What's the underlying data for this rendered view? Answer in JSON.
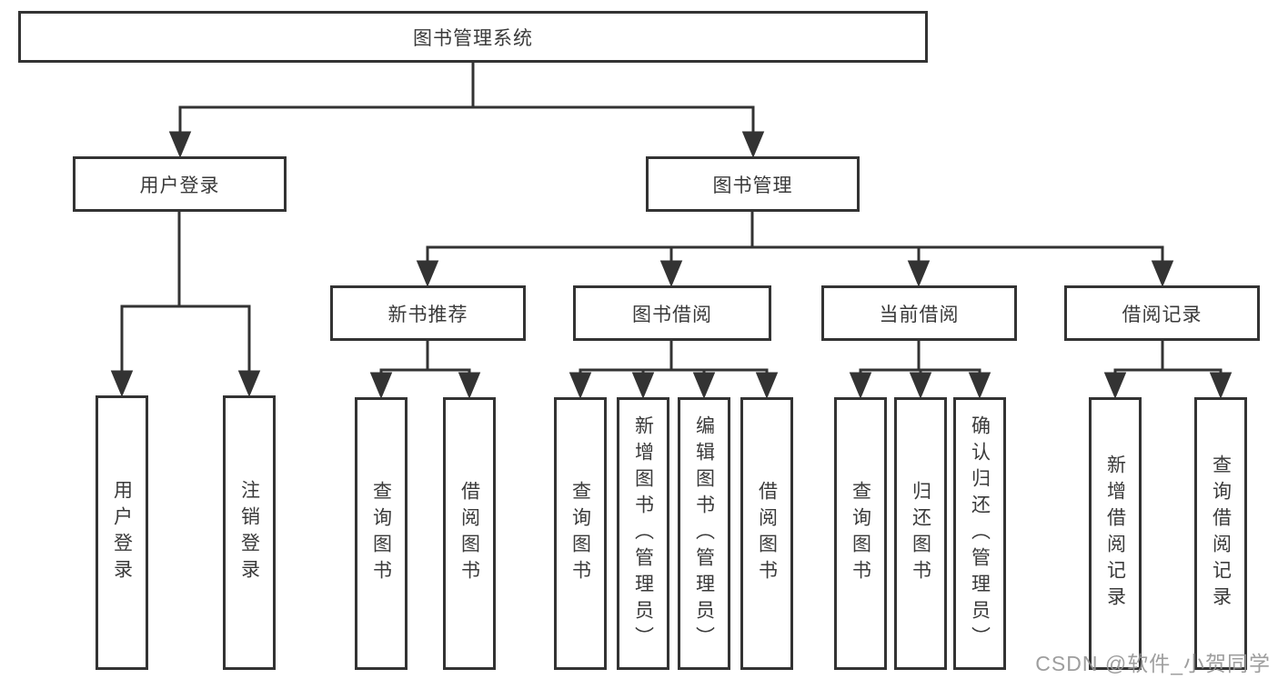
{
  "diagram": {
    "root": {
      "label": "图书管理系统"
    },
    "branches": [
      {
        "label": "用户登录",
        "children": [
          {
            "label": "用户登录"
          },
          {
            "label": "注销登录"
          }
        ]
      },
      {
        "label": "图书管理",
        "children": [
          {
            "label": "新书推荐",
            "children": [
              {
                "label": "查询图书"
              },
              {
                "label": "借阅图书"
              }
            ]
          },
          {
            "label": "图书借阅",
            "children": [
              {
                "label": "查询图书"
              },
              {
                "label": "新增图书（管理员）"
              },
              {
                "label": "编辑图书（管理员）"
              },
              {
                "label": "借阅图书"
              }
            ]
          },
          {
            "label": "当前借阅",
            "children": [
              {
                "label": "查询图书"
              },
              {
                "label": "归还图书"
              },
              {
                "label": "确认归还（管理员）"
              }
            ]
          },
          {
            "label": "借阅记录",
            "children": [
              {
                "label": "新增借阅记录"
              },
              {
                "label": "查询借阅记录"
              }
            ]
          }
        ]
      }
    ]
  },
  "watermark": {
    "text": "CSDN @软件_小贺同学"
  },
  "colors": {
    "line": "#333333",
    "text": "#3a3a3a",
    "watermark": "#949494",
    "background": "#ffffff"
  }
}
